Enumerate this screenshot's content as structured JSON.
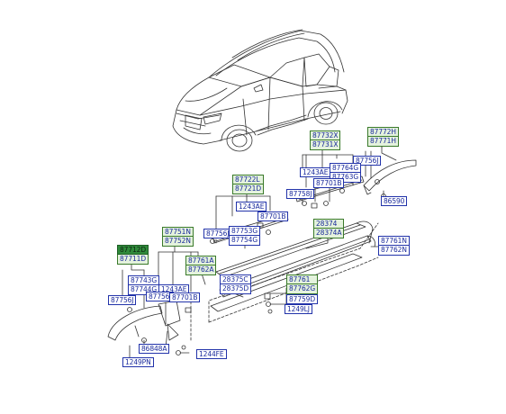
{
  "colors": {
    "label_text": "#1a2a9c",
    "label_border": "#2233aa",
    "group_fill": "#e4f2dd",
    "highlight_fill": "#2f8a3a",
    "line": "#333333"
  },
  "labels": {
    "p87772H": "87772H",
    "p87771H": "87771H",
    "p87732X": "87732X",
    "p87731X": "87731X",
    "p87756J_a": "87756J",
    "p1243AE_a": "1243AE",
    "p87764G": "87764G",
    "p87763G": "87763G",
    "p87701B_a": "87701B",
    "p87758J": "87758J",
    "p86590": "86590",
    "p87722L": "87722L",
    "p87721D": "87721D",
    "p1243AE_b": "1243AE",
    "p87701B_b": "87701B",
    "p87756J_b": "87756J",
    "p87753G": "87753G",
    "p87754G": "87754G",
    "p28374": "28374",
    "p28374A": "28374A",
    "p87751N": "87751N",
    "p87752N": "87752N",
    "p87712D": "87712D",
    "p87711D": "87711D",
    "p87761N": "87761N",
    "p87762N": "87762N",
    "p87761A": "87761A",
    "p87762A": "87762A",
    "p28375C": "28375C",
    "p28375D": "28375D",
    "p87761": "87761",
    "p87762G": "87762G",
    "p87743G": "87743G",
    "p87744G": "87744G",
    "p1243AE_c": "1243AE",
    "p87756J_c": "87756J",
    "p87701B_c": "87701B",
    "p87759D": "87759D",
    "p1249LJ": "1249LJ",
    "p87756J_d": "87756J",
    "p86848A": "86848A",
    "p1244FE": "1244FE",
    "p1249PN": "1249PN"
  }
}
